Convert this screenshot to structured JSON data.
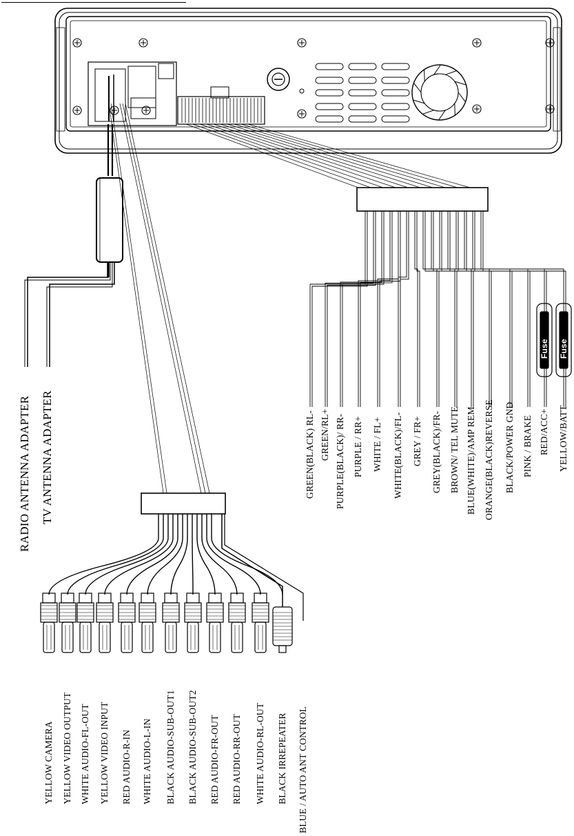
{
  "antenna_labels": {
    "radio": "RADIO ANTENNA ADAPTER",
    "tv": "TV ANTENNA ADAPTER"
  },
  "rca_labels": [
    "YELLOW CAMERA",
    "YELLOW VIDEO OUTPUT",
    "WHITE AUDIO-FL-OUT",
    "YELLOW VIDEO INPUT",
    "RED AUDIO-R-IN",
    "WHITE AUDIO-L-IN",
    "BLACK AUDIO-SUB-OUT1",
    "BLACK AUDIO-SUB-OUT2",
    "RED AUDIO-FR-OUT",
    "RED AUDIO-RR-OUT",
    "WHITE AUDIO-RL-OUT",
    "BLACK IRREPEATER",
    "BLUE / AUTO ANT CONTROL"
  ],
  "power_labels": [
    "GREEN(BLACK) RL-",
    "GREEN/RL+",
    "PURPLE(BLACK)/ RR-",
    "PURPLE / RR+",
    "WHITE / FL+",
    "WHITE(BLACK)/FL-",
    "GREY / FR+",
    "GREY(BLACK)/FR-",
    "BROWN/ TEL MUTE",
    "BLUE(WHITE)/AMP REM",
    "ORANGE(BLACK)REVERSE",
    "BLACK/POWER GND",
    "PINK / BRAKE",
    "RED/ACC+",
    "YELLOW/BATT"
  ],
  "fuse_label": "Fuse"
}
